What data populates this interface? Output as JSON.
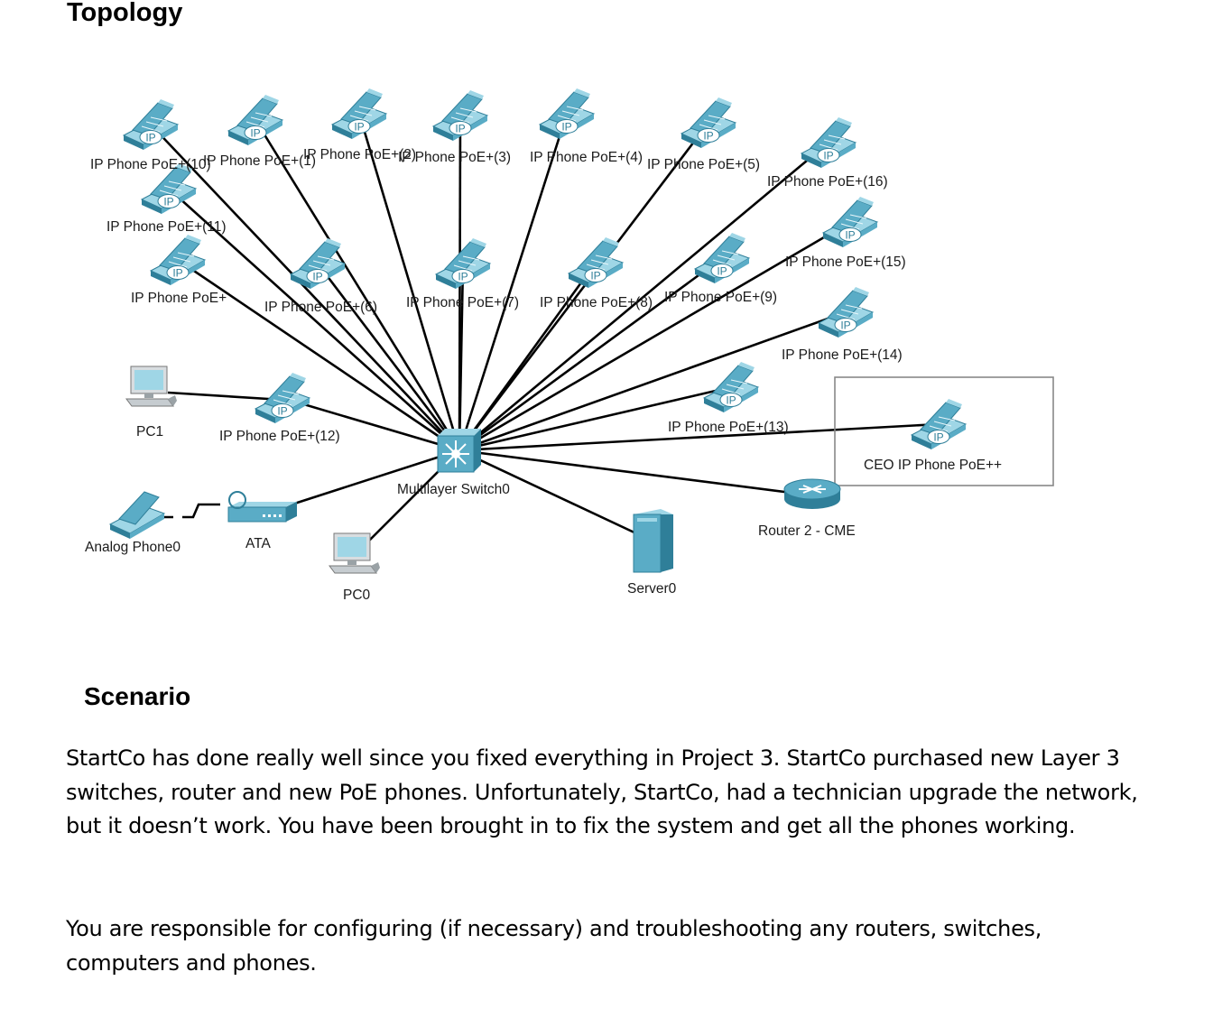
{
  "topology_heading": "Topology",
  "scenario_heading": "Scenario",
  "scenario_paragraphs": [
    "StartCo has done really well since you fixed everything in Project 3. StartCo purchased new Layer 3 switches, router and new PoE phones. Unfortunately, StartCo, had a technician upgrade the network, but it doesn’t work. You have been brought in to fix the system and get all the phones working.",
    "You are responsible for configuring (if necessary) and troubleshooting any routers, switches, computers and phones."
  ],
  "diagram": {
    "switch_label": "Multilayer Switch0",
    "phone_badge": "IP",
    "colors": {
      "device": "#5aacc6",
      "device_dark": "#2f7f99",
      "device_light": "#9fd6e6",
      "link": "#000000",
      "box": "#888888"
    },
    "phones": [
      {
        "id": "p0",
        "label": "IP Phone PoE+(10)"
      },
      {
        "id": "p1",
        "label": "IP Phone PoE+(1)"
      },
      {
        "id": "p2",
        "label": "IP Phone PoE+(2)"
      },
      {
        "id": "p3",
        "label": "IP Phone PoE+(3)"
      },
      {
        "id": "p4",
        "label": "IP Phone PoE+(4)"
      },
      {
        "id": "p5",
        "label": "IP Phone PoE+(5)"
      },
      {
        "id": "p16",
        "label": "IP Phone PoE+(16)"
      },
      {
        "id": "p11",
        "label": "IP Phone PoE+(11)"
      },
      {
        "id": "pE",
        "label": "IP Phone PoE+"
      },
      {
        "id": "p6",
        "label": "IP Phone PoE+(6)"
      },
      {
        "id": "p7",
        "label": "IP Phone PoE+(7)"
      },
      {
        "id": "p8",
        "label": "IP Phone PoE+(8)"
      },
      {
        "id": "p9",
        "label": "IP Phone PoE+(9)"
      },
      {
        "id": "p15",
        "label": "IP Phone PoE+(15)"
      },
      {
        "id": "p14",
        "label": "IP Phone PoE+(14)"
      },
      {
        "id": "p13",
        "label": "IP Phone PoE+(13)"
      },
      {
        "id": "p12",
        "label": "IP Phone PoE+(12)"
      },
      {
        "id": "ceo",
        "label": "CEO IP Phone PoE++"
      }
    ],
    "other_devices": [
      {
        "id": "pc1",
        "kind": "pc",
        "label": "PC1"
      },
      {
        "id": "pc0",
        "kind": "pc",
        "label": "PC0"
      },
      {
        "id": "server",
        "kind": "server",
        "label": "Server0"
      },
      {
        "id": "router",
        "kind": "router",
        "label": "Router 2 - CME"
      },
      {
        "id": "ata",
        "kind": "ata",
        "label": "ATA"
      },
      {
        "id": "analog",
        "kind": "analog-phone",
        "label": "Analog Phone0"
      }
    ],
    "links": [
      "p0",
      "p1",
      "p2",
      "p3",
      "p4",
      "p5",
      "p16",
      "p11",
      "pE",
      "p6",
      "p7",
      "p8",
      "p9",
      "p15",
      "p14",
      "p13",
      "p12",
      "ceo",
      "pc0",
      "server",
      "router",
      "ata"
    ],
    "extra_links": [
      [
        "pc1",
        "p12"
      ]
    ],
    "serial_link": [
      "analog",
      "ata"
    ]
  }
}
